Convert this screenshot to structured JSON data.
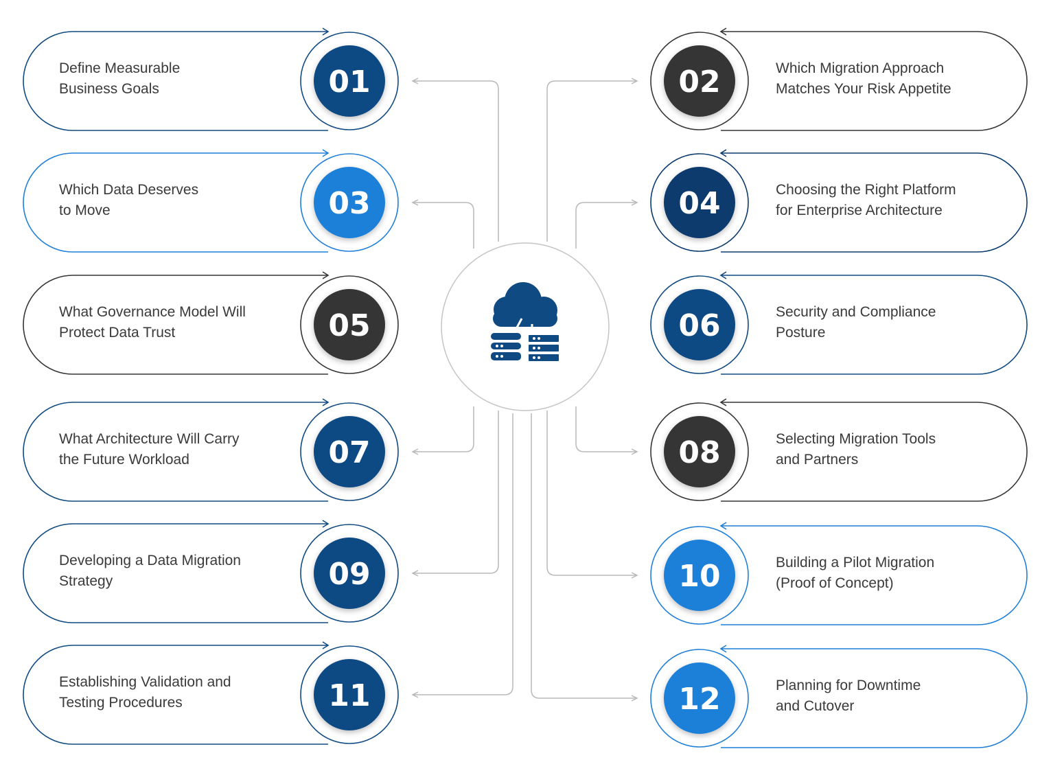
{
  "colors": {
    "navy": "#0f4a82",
    "dark": "#353535",
    "blue": "#1f7fd8",
    "deep_navy": "#0a3a6e",
    "connector": "#b9b9b9",
    "hub_icon": "#0f4a82"
  },
  "hub": {
    "icon": "cloud-database-icon"
  },
  "steps": [
    {
      "num": "01",
      "lines": [
        "Define Measurable",
        "Business Goals"
      ],
      "color": "navy"
    },
    {
      "num": "02",
      "lines": [
        "Which Migration Approach",
        "Matches Your Risk Appetite"
      ],
      "color": "dark"
    },
    {
      "num": "03",
      "lines": [
        "Which Data Deserves",
        "to Move"
      ],
      "color": "blue"
    },
    {
      "num": "04",
      "lines": [
        "Choosing the Right Platform",
        "for Enterprise Architecture"
      ],
      "color": "deep_navy"
    },
    {
      "num": "05",
      "lines": [
        "What Governance Model Will",
        "Protect Data Trust"
      ],
      "color": "dark"
    },
    {
      "num": "06",
      "lines": [
        "Security and Compliance",
        "Posture"
      ],
      "color": "navy"
    },
    {
      "num": "07",
      "lines": [
        "What Architecture Will Carry",
        "the Future Workload"
      ],
      "color": "navy"
    },
    {
      "num": "08",
      "lines": [
        "Selecting Migration Tools",
        "and Partners"
      ],
      "color": "dark"
    },
    {
      "num": "09",
      "lines": [
        "Developing a Data Migration",
        "Strategy"
      ],
      "color": "navy"
    },
    {
      "num": "10",
      "lines": [
        "Building a Pilot Migration",
        "(Proof of Concept)"
      ],
      "color": "blue"
    },
    {
      "num": "11",
      "lines": [
        "Establishing Validation and",
        "Testing Procedures"
      ],
      "color": "navy"
    },
    {
      "num": "12",
      "lines": [
        "Planning for Downtime",
        "and Cutover"
      ],
      "color": "blue"
    }
  ]
}
